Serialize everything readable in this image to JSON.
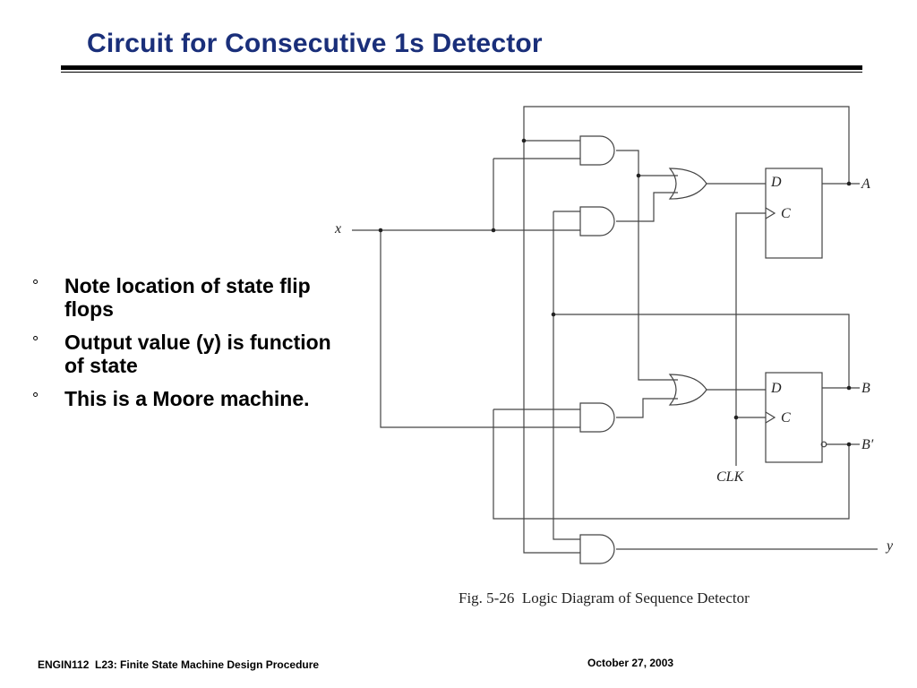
{
  "slide": {
    "title": "Circuit for Consecutive 1s Detector",
    "bullets": [
      {
        "mark": "°",
        "text": "Note location of state flip flops"
      },
      {
        "mark": "°",
        "text": "Output value (y) is function of state"
      },
      {
        "mark": "°",
        "text": "This is a Moore machine."
      }
    ]
  },
  "diagram": {
    "caption": "Fig. 5-26  Logic Diagram of Sequence Detector",
    "labels": {
      "input_x": "x",
      "output_a": "A",
      "output_b": "B",
      "output_b_not": "B′",
      "output_y": "y",
      "clock": "CLK",
      "ff1_d": "D",
      "ff1_c": "C",
      "ff2_d": "D",
      "ff2_c": "C"
    }
  },
  "footer": {
    "course": "ENGIN112  L23: Finite State Machine Design Procedure",
    "date": "October 27, 2003"
  },
  "colors": {
    "title": "#1a2f7a",
    "lines": "#444444"
  }
}
